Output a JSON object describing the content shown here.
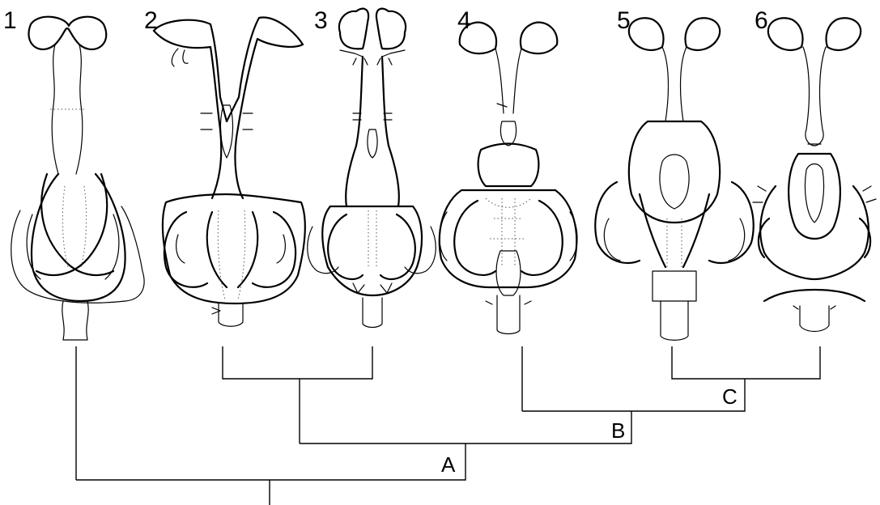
{
  "figure": {
    "specimens": [
      {
        "label": "1"
      },
      {
        "label": "2"
      },
      {
        "label": "3"
      },
      {
        "label": "4"
      },
      {
        "label": "5"
      },
      {
        "label": "6"
      }
    ],
    "clades": [
      {
        "label": "A"
      },
      {
        "label": "B"
      },
      {
        "label": "C"
      }
    ],
    "colors": {
      "ink": "#000000",
      "background": "#ffffff"
    }
  }
}
